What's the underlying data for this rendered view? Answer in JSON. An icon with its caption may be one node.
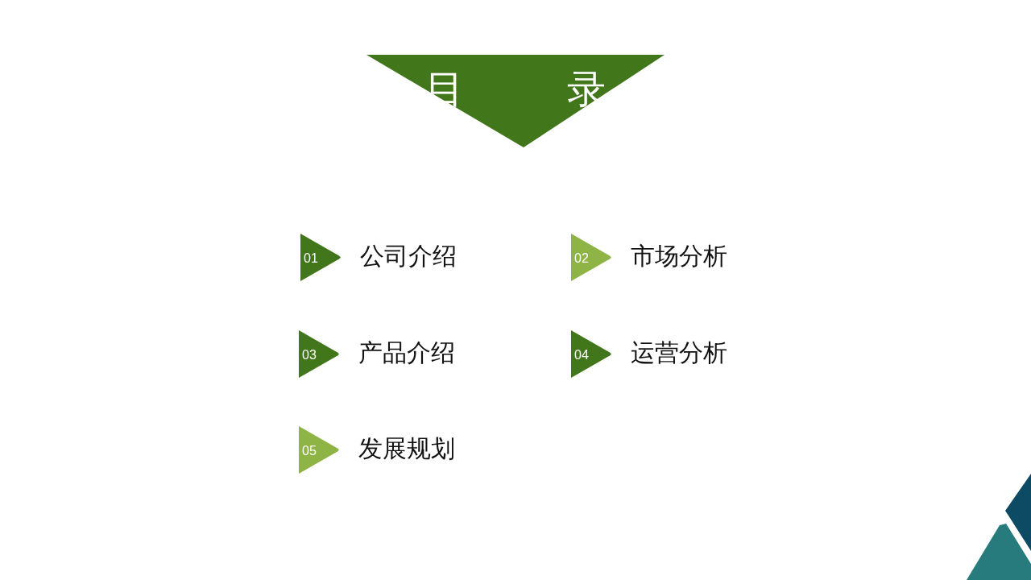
{
  "diagram": {
    "nodes": [
      {
        "text": [
          "目　录"
        ]
      },
      {
        "text": [
          "01"
        ],
        "beside": [
          "公司介绍"
        ]
      },
      {
        "text": [
          "02"
        ],
        "beside": [
          "市场分析"
        ]
      },
      {
        "text": [
          "03"
        ],
        "beside": [
          "产品介绍"
        ]
      },
      {
        "text": [
          "04"
        ],
        "beside": [
          "运营分析"
        ]
      },
      {
        "text": [
          "05"
        ],
        "beside": [
          "发展规划"
        ]
      }
    ]
  }
}
